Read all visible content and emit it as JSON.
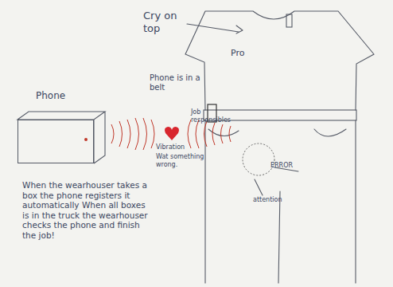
{
  "diagram": {
    "nodes": [
      {
        "text": [
          "Phone"
        ]
      }
    ],
    "labels": [
      "Cry on top",
      "Pro",
      "Phone is in a belt",
      "Job responsibles",
      "Vibration",
      "Wat something wrong.",
      "ERROR",
      "attention",
      "When the wearhouser takes a box the phone registers it automatically When all boxes is in the truck the wearhouser checks the phone and finish the job!"
    ]
  }
}
